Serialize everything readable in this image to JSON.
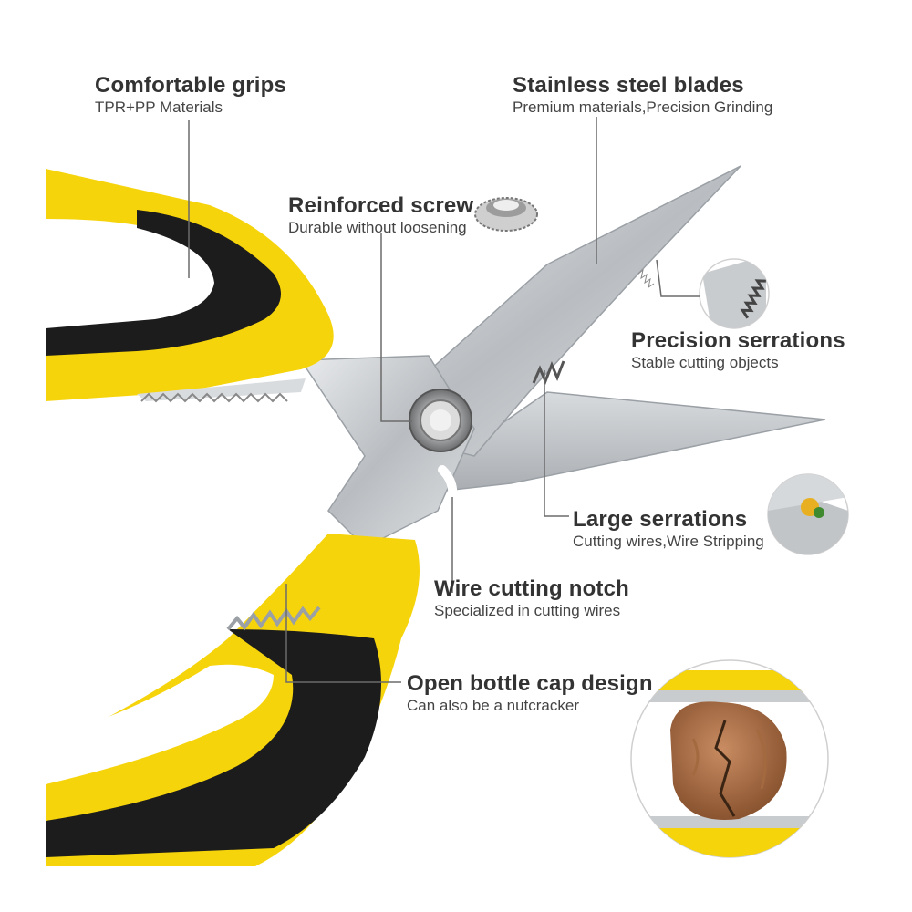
{
  "colors": {
    "handle_yellow": "#f6d40b",
    "handle_black": "#1c1c1c",
    "steel": "#c9cccf",
    "text": "#333333"
  },
  "callouts": {
    "grips": {
      "title": "Comfortable grips",
      "sub": "TPR+PP Materials"
    },
    "blades": {
      "title": "Stainless steel blades",
      "sub": "Premium materials,Precision Grinding"
    },
    "screw": {
      "title": "Reinforced screw",
      "sub": "Durable without loosening"
    },
    "precision": {
      "title": "Precision serrations",
      "sub": "Stable cutting objects"
    },
    "large": {
      "title": "Large serrations",
      "sub": "Cutting wires,Wire Stripping"
    },
    "notch": {
      "title": "Wire cutting notch",
      "sub": "Specialized in cutting wires"
    },
    "bottle": {
      "title": "Open bottle cap design",
      "sub": "Can also be a nutcracker"
    }
  },
  "icons": [
    "scissors-illustration",
    "screw-detail-icon",
    "serration-detail-icon",
    "wire-detail-icon",
    "walnut-detail-icon"
  ]
}
